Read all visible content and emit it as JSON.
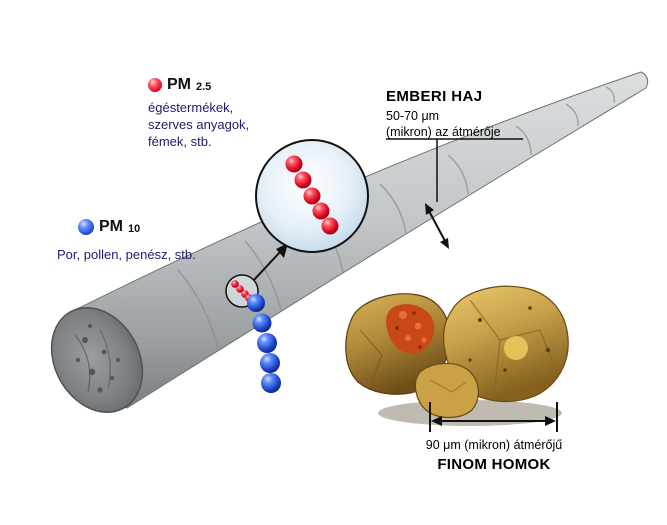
{
  "pm25": {
    "label": "PM",
    "subscript": "2.5",
    "description_lines": [
      "égéstermékek,",
      "szerves anyagok,",
      "fémek, stb."
    ]
  },
  "pm10": {
    "label": "PM",
    "subscript": "10",
    "description": "Por, pollen,  penész, stb."
  },
  "hair": {
    "title": "EMBERI HAJ",
    "size": "50-70  μm",
    "note": "(mikron) az átmérője"
  },
  "sand": {
    "note": "90 μm (mikron) átmérőjű",
    "title": "FINOM HOMOK"
  },
  "colors": {
    "pm25_red": "#dd0822",
    "pm10_blue": "#1f46cc",
    "hair_gray": "#b4b8ba",
    "sand_tan": "#c9a24b",
    "description_text": "#1c1c70"
  },
  "icons": {
    "pm25": "red-sphere-icon",
    "pm10": "blue-sphere-icon"
  }
}
